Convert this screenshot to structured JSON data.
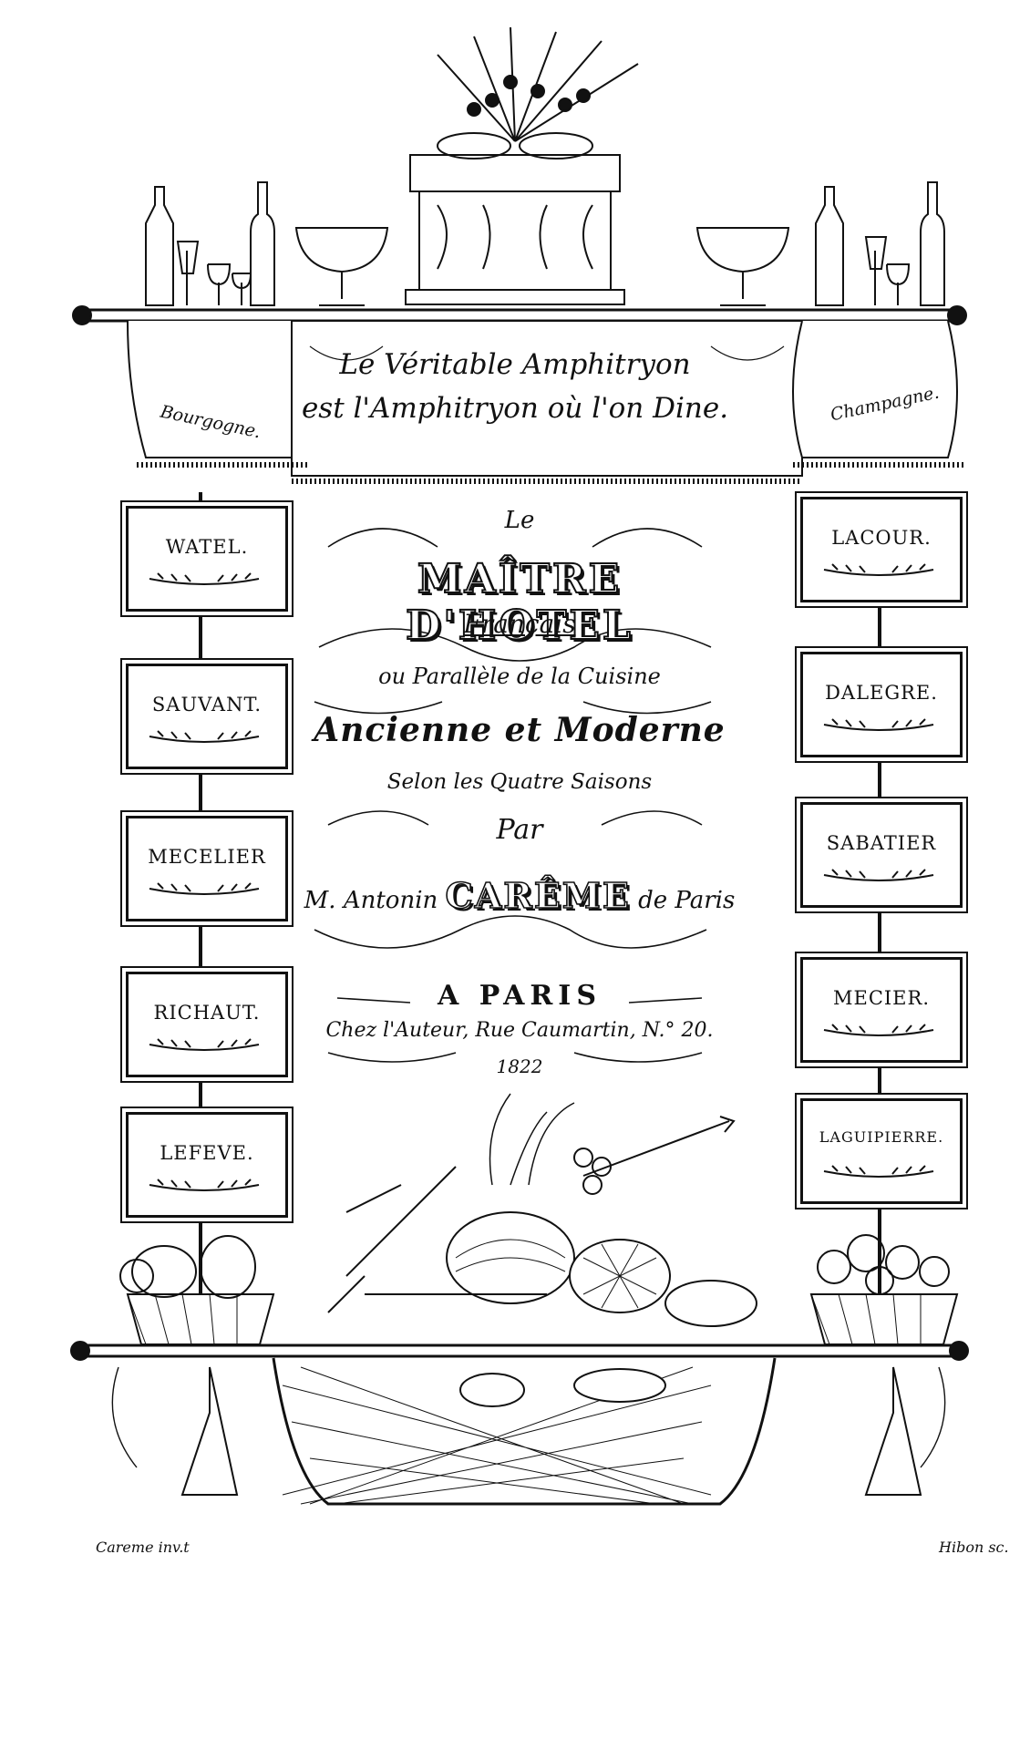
{
  "banner": {
    "line1": "Le Véritable Amphitryon",
    "line2": "est l'Amphitryon où l'on Dine.",
    "left_drape": "Bourgogne.",
    "right_drape": "Champagne."
  },
  "plaques_left": [
    "WATEL.",
    "SAUVANT.",
    "MECELIER",
    "RICHAUT.",
    "LEFEVE."
  ],
  "plaques_right": [
    "LACOUR.",
    "DALEGRE.",
    "SABATIER",
    "MECIER.",
    "LAGUIPIERRE."
  ],
  "title": {
    "le": "Le",
    "main": "MAÎTRE D'HOTEL",
    "francais": "Français",
    "ou": "ou Parallèle de la Cuisine",
    "ancienne": "Ancienne et Moderne",
    "selon": "Selon les Quatre Saisons",
    "par": "Par",
    "author_prefix": "M. Antonin",
    "author_name": "CARÊME",
    "author_suffix": "de Paris"
  },
  "imprint": {
    "city": "A PARIS",
    "address": "Chez l'Auteur, Rue Caumartin, N.° 20.",
    "year": "1822"
  },
  "credits": {
    "left": "Careme inv.t",
    "right": "Hibon sc."
  }
}
